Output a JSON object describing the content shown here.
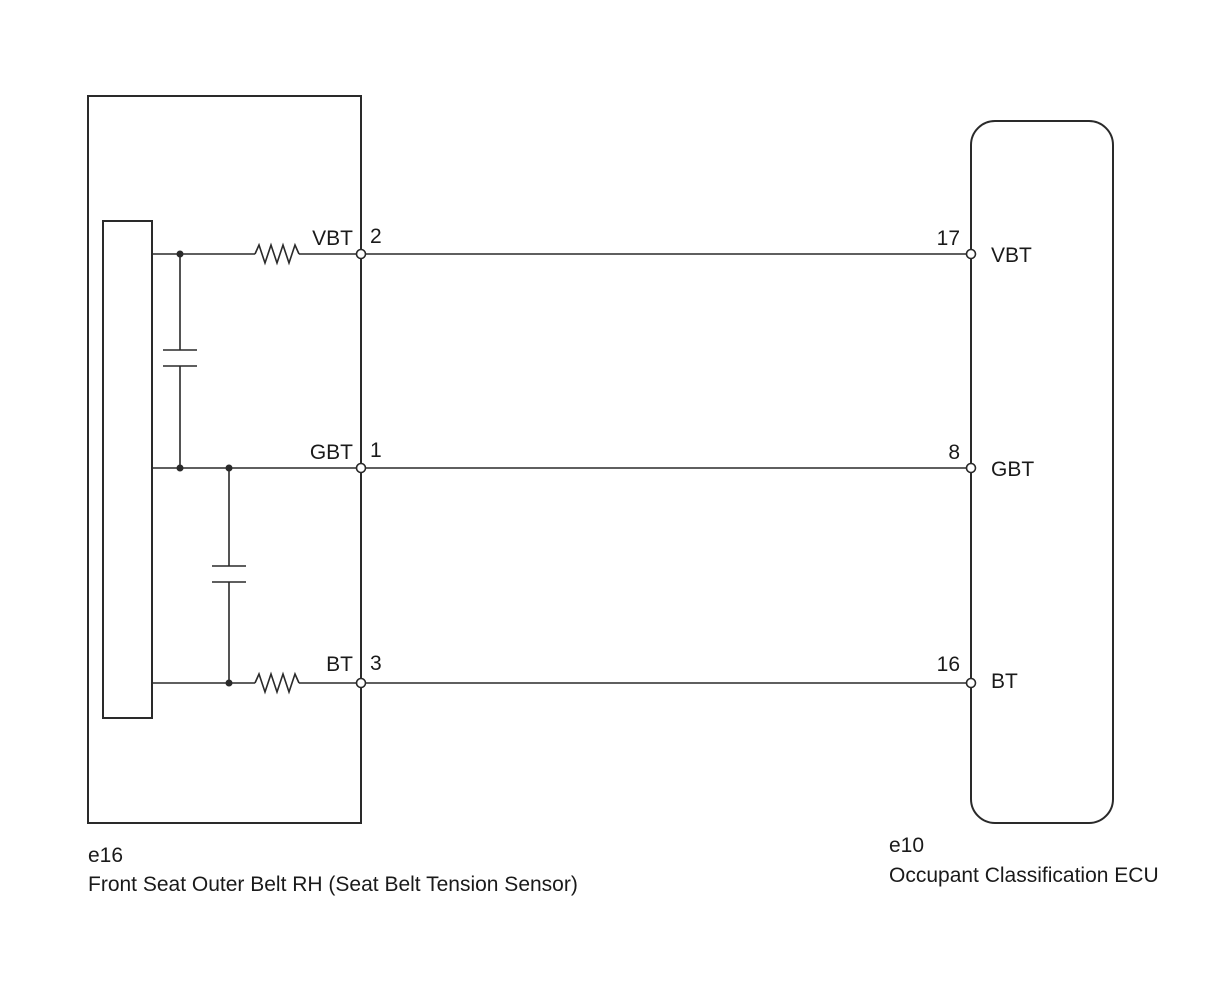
{
  "left_component": {
    "connector_id": "e16",
    "name": "Front Seat Outer Belt RH (Seat Belt Tension Sensor)",
    "pins": [
      {
        "signal": "VBT",
        "pin": "2"
      },
      {
        "signal": "GBT",
        "pin": "1"
      },
      {
        "signal": "BT",
        "pin": "3"
      }
    ]
  },
  "right_component": {
    "connector_id": "e10",
    "name": "Occupant Classification ECU",
    "pins": [
      {
        "signal": "VBT",
        "pin": "17"
      },
      {
        "signal": "GBT",
        "pin": "8"
      },
      {
        "signal": "BT",
        "pin": "16"
      }
    ]
  },
  "colors": {
    "line": "#2a2a2a",
    "text": "#1a1a1a",
    "background": "#ffffff"
  }
}
